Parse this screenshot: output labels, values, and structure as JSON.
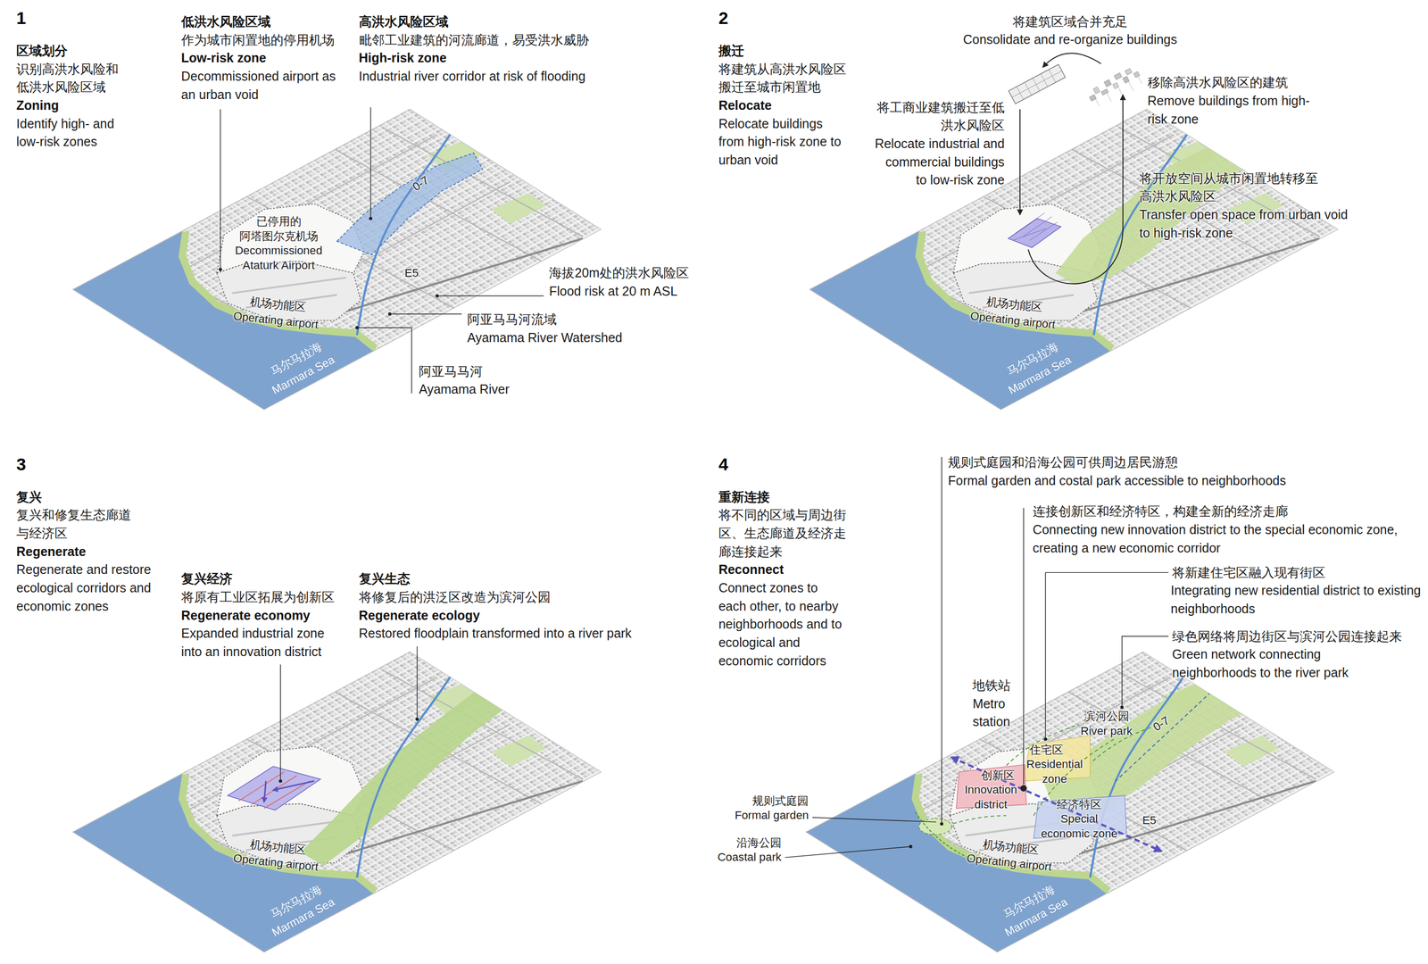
{
  "diagram": {
    "labels": [
      "1",
      "区域划分",
      "识别高洪水风险和 低洪水风险区域",
      "Zoning",
      "Identify high- and low-risk zones",
      "低洪水风险区域",
      "作为城市闲置地的停用机场",
      "Low-risk zone",
      "Decommissioned airport as an urban void",
      "高洪水风险区域",
      "毗邻工业建筑的河流廊道，易受洪水威胁",
      "High-risk zone",
      "Industrial river corridor at risk of flooding",
      "0-7",
      "已停用的 阿塔图尔克机场",
      "Decommissioned Ataturk Airport",
      "E5",
      "机场功能区",
      "Operating airport",
      "马尔马拉海",
      "Marmara Sea",
      "海拔20m处的洪水风险区",
      "Flood risk at 20 m ASL",
      "阿亚马马河流域",
      "Ayamama River Watershed",
      "阿亚马马河",
      "Ayamama River",
      "2",
      "搬迁",
      "将建筑从高洪水风险区 搬迁至城市闲置地",
      "Relocate",
      "Relocate buildings from high-risk zone to urban void",
      "将建筑区域合并充足",
      "Consolidate and re-organize buildings",
      "移除高洪水风险区的建筑",
      "Remove buildings from high-risk zone",
      "将工商业建筑搬迁至低 洪水风险区",
      "Relocate industrial and commercial buildings to low-risk zone",
      "将开放空间从城市闲置地转移至 高洪水风险区",
      "Transfer open space from urban void to high-risk zone",
      "机场功能区",
      "Operating airport",
      "马尔马拉海",
      "Marmara Sea",
      "3",
      "复兴",
      "复兴和修复生态廊道 与经济区",
      "Regenerate",
      "Regenerate and restore ecological corridors and economic zones",
      "复兴经济",
      "将原有工业区拓展为创新区",
      "Regenerate economy",
      "Expanded industrial zone into an innovation district",
      "复兴生态",
      "将修复后的洪泛区改造为滨河公园",
      "Regenerate ecology",
      "Restored floodplain transformed into a river park",
      "机场功能区",
      "Operating airport",
      "马尔马拉海",
      "Marmara Sea",
      "4",
      "重新连接",
      "将不同的区域与周边街 区、生态廊道及经济走 廊连接起来",
      "Reconnect",
      "Connect zones to each other, to nearby neighborhoods and to ecological and economic corridors",
      "规则式庭园和沿海公园可供周边居民游憩",
      "Formal garden and costal park accessible to neighborhoods",
      "连接创新区和经济特区，构建全新的经济走廊",
      "Connecting new innovation district to the special economic zone, creating a new economic corridor",
      "将新建住宅区融入现有街区",
      "Integrating new residential district to existing neighborhoods",
      "绿色网络将周边街区与滨河公园连接起来",
      "Green network connecting neighborhoods to the river park",
      "地铁站",
      "Metro station",
      "滨河公园",
      "River park",
      "0-7",
      "住宅区",
      "Residential zone",
      "创新区",
      "Innovation district",
      "经济特区",
      "Special economic zone",
      "E5",
      "机场功能区",
      "Operating airport",
      "规则式庭园",
      "Formal garden",
      "沿海公园",
      "Coastal park",
      "马尔马拉海",
      "Marmara Sea"
    ]
  }
}
